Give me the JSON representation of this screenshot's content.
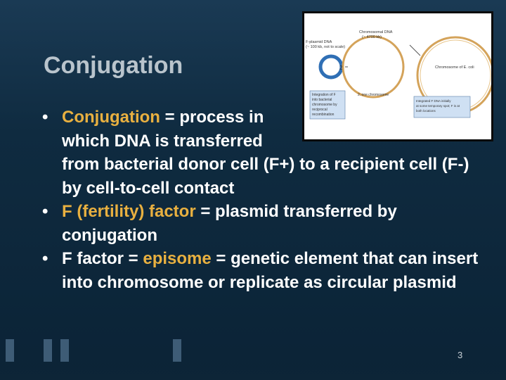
{
  "slide": {
    "title": "Conjugation",
    "page_number": "3",
    "colors": {
      "background": "#0f2b40",
      "title": "#b9c4cc",
      "text": "#ffffff",
      "highlight": "#e8b040"
    }
  },
  "bullets": [
    {
      "term": "Conjugation",
      "text_a": " = process in which DNA is transferred from bacterial donor  cell (F+) to a recipient cell (F-) by cell-to-cell contact"
    },
    {
      "term": "F (fertility) factor",
      "text_a": " = plasmid transferred by conjugation"
    },
    {
      "lead": "F factor = ",
      "term": "episome",
      "text_a": " = genetic element that can insert into chromosome or replicate as circular plasmid"
    }
  ],
  "figure": {
    "label_fplasmid": "F-plasmid DNA",
    "label_fplasmid_note": "(~ 100 kb, not to scale)",
    "label_chromosomal": "Chromosomal DNA",
    "label_chromosomal_size": "(~ 4700 kb)",
    "label_chromosome_ecoli": "Chromosome of E. coli",
    "label_num_2": "2",
    "box_left_lines": [
      "Integration of F",
      "into bacterial",
      "chromosome by",
      "reciprocal",
      "recombination"
    ],
    "box_mid": "2. one chromosome",
    "box_right_lines": [
      "Integrated F DNA initially",
      "at some temporary spot; F is at",
      "both locations"
    ]
  }
}
